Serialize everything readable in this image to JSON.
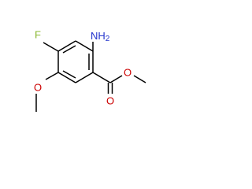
{
  "molecule": {
    "atoms": {
      "fluorine": {
        "symbol": "F",
        "color": "#8ab830"
      },
      "amine": {
        "symbol": "NH",
        "subscript": "2",
        "color": "#2233cc"
      },
      "methoxy_oxygen": {
        "symbol": "O",
        "color": "#cc0000"
      },
      "carbonyl_oxygen": {
        "symbol": "O",
        "color": "#cc0000"
      },
      "ester_oxygen": {
        "symbol": "O",
        "color": "#cc0000"
      }
    }
  }
}
